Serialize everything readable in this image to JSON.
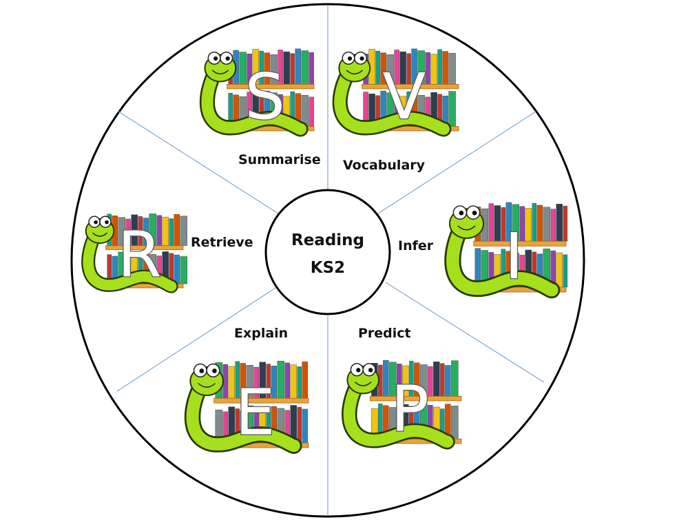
{
  "diagram": {
    "center": {
      "line1": "Reading",
      "line2": "KS2"
    },
    "segments": [
      {
        "letter": "S",
        "label": "Summarise"
      },
      {
        "letter": "V",
        "label": "Vocabulary"
      },
      {
        "letter": "I",
        "label": "Infer"
      },
      {
        "letter": "P",
        "label": "Predict"
      },
      {
        "letter": "E",
        "label": "Explain"
      },
      {
        "letter": "R",
        "label": "Retrieve"
      }
    ]
  },
  "colors": {
    "outline": "#000000",
    "divider": "#7fa7cf",
    "shelf": "#e8a33a",
    "worm": "#a6e01d",
    "worm_outline": "#2a3a00",
    "book_palette": [
      "#c0392b",
      "#2e86c1",
      "#27ae60",
      "#8e44ad",
      "#f1c40f",
      "#16a085",
      "#d35400",
      "#7f8c8d",
      "#e84393",
      "#2c3e50"
    ]
  },
  "icons": [
    "bookworm-icon",
    "bookshelf-icon"
  ]
}
